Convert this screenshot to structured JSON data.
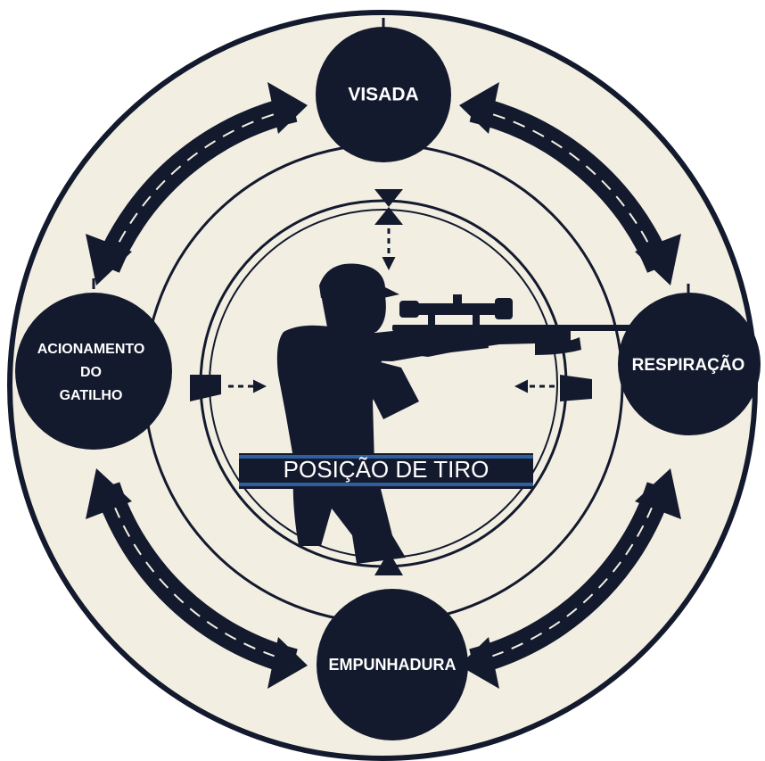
{
  "diagram": {
    "nodes": {
      "top": "VISADA",
      "right": "RESPIRAÇÃO",
      "bottom": "EMPUNHADURA",
      "left_line1": "ACIONAMENTO",
      "left_line2": "DO",
      "left_line3": "GATILHO"
    },
    "center_banner": "POSIÇÃO DE TIRO",
    "colors": {
      "dark_navy": "#141a2e",
      "background": "#f2efe2",
      "banner_accent": "#2f5f9e"
    },
    "icons": [
      "shooter-silhouette-icon",
      "rifle-scope-icon",
      "curved-arrow-icon",
      "hourglass-icon"
    ]
  }
}
